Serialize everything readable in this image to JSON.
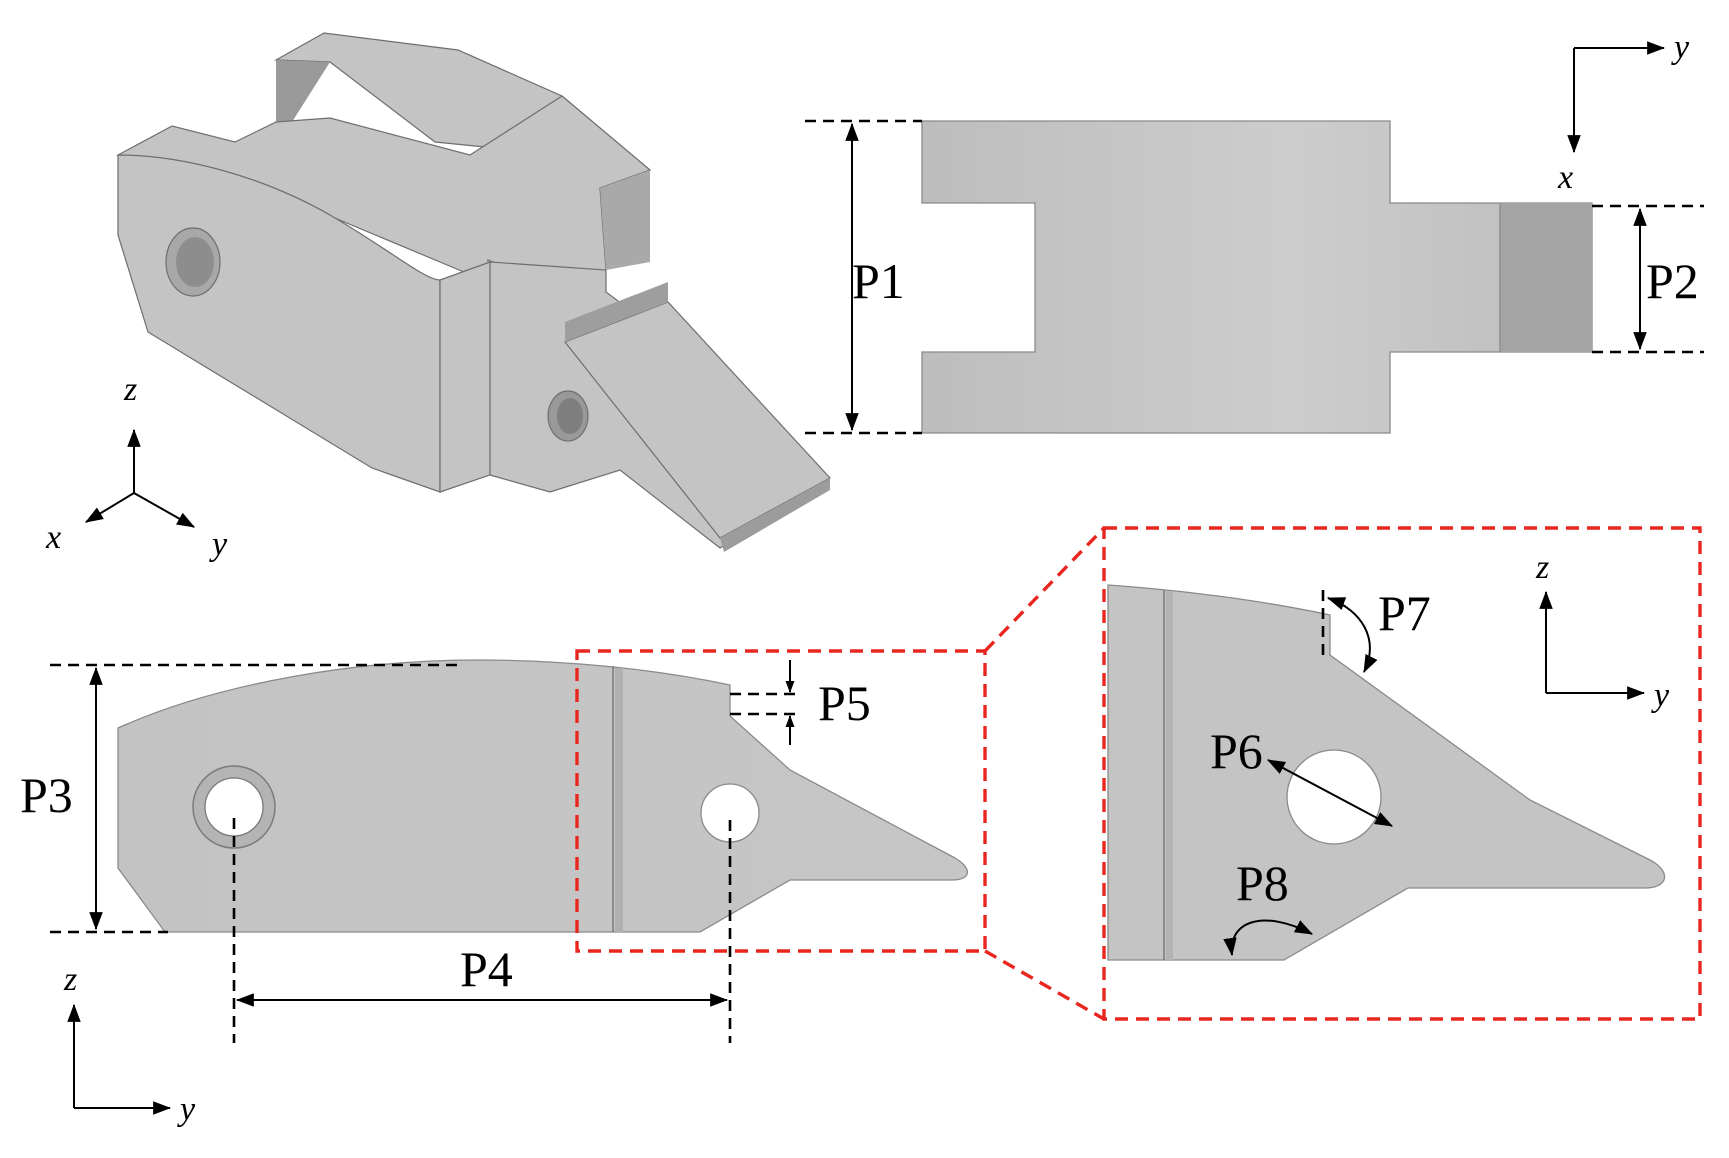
{
  "views": {
    "iso": {
      "axes": {
        "x": "x",
        "y": "y",
        "z": "z"
      }
    },
    "top": {
      "axes": {
        "x": "x",
        "y": "y"
      },
      "params": {
        "p1": "P1",
        "p2": "P2"
      }
    },
    "side": {
      "axes": {
        "y": "y",
        "z": "z"
      },
      "params": {
        "p3": "P3",
        "p4": "P4",
        "p5": "P5"
      }
    },
    "detail": {
      "axes": {
        "y": "y",
        "z": "z"
      },
      "params": {
        "p6": "P6",
        "p7": "P7",
        "p8": "P8"
      }
    }
  },
  "colors": {
    "part_fill": "#c4c4c4",
    "highlight_frame": "#e8261f",
    "dimension_lines": "#000000"
  }
}
